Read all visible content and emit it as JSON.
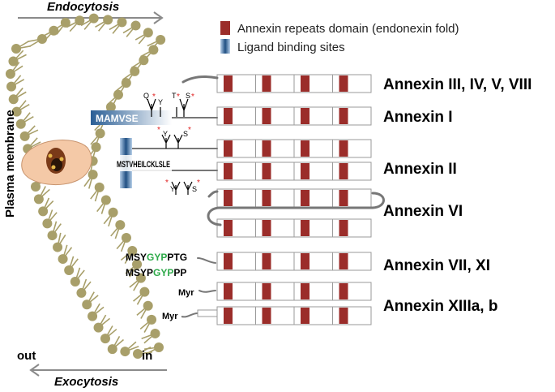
{
  "colors": {
    "lipid": "#a89f6a",
    "domain": "#9b2d2a",
    "box_stroke": "#9a9a9a",
    "linker": "#777777",
    "ligand_dark": "#1f4f82",
    "green": "#2eaa4a",
    "star": "#e02020",
    "protein": "#f4c9a7"
  },
  "arrows": {
    "endocytosis": "Endocytosis",
    "exocytosis": "Exocytosis"
  },
  "membrane": {
    "side_label": "Plasma membrane",
    "out_label": "out",
    "in_label": "in"
  },
  "legend": {
    "repeats": "Annexin repeats domain (endonexin fold)",
    "ligand": "Ligand binding sites"
  },
  "families": {
    "a1": "Annexin III, IV, V, VIII",
    "a2": "Annexin I",
    "a3": "Annexin II",
    "a4": "Annexin VI",
    "a5": "Annexin VII, XI",
    "a6": "Annexin XIIIa, b"
  },
  "sequences": {
    "annexin1_tail": "MAMVSE",
    "annexin2_tail": "MSTVHEILCKLSLE",
    "annexin7_seq1_a": "MSY",
    "annexin7_seq1_b": "GYP",
    "annexin7_seq1_c": "PTG",
    "annexin7_seq2_a": "MSYP",
    "annexin7_seq2_b": "GYP",
    "annexin7_seq2_c": "PP",
    "myr_top": "Myr",
    "myr_bottom": "Myr"
  },
  "residues": {
    "r1_q": "Q",
    "r1_y": "Y",
    "r1_t": "T",
    "r1_s": "S",
    "r2_y": "Y",
    "r2_s": "S",
    "r3_y": "Y",
    "r3_s": "S",
    "star": "*"
  }
}
